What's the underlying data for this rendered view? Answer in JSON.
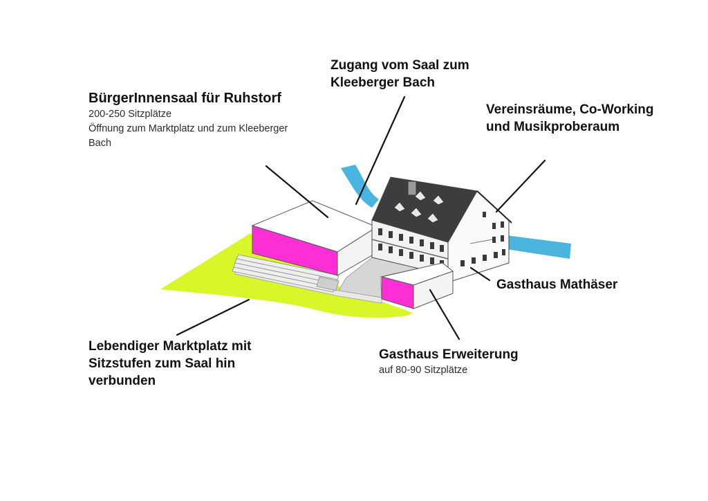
{
  "colors": {
    "plaza": "#d9f62b",
    "hall_facade": "#ff2fd6",
    "stream": "#4bb4de",
    "roof": "#3d3d3d",
    "building_wall": "#f2f2f2",
    "leader_line": "#111111"
  },
  "labels": {
    "saal": {
      "title": "BürgerInnensaal für Ruhstorf",
      "line1": "200-250 Sitzplätze",
      "line2": "Öffnung zum Marktplatz und zum Kleeberger",
      "line3": "Bach"
    },
    "zugang": {
      "line1": "Zugang vom Saal zum",
      "line2": "Kleeberger Bach"
    },
    "verein": {
      "line1": "Vereinsräume, Co-Working",
      "line2": "und Musikproberaum"
    },
    "gasthaus": {
      "title": "Gasthaus Mathäser"
    },
    "markt": {
      "line1": "Lebendiger Marktplatz mit",
      "line2": "Sitzstufen zum Saal hin",
      "line3": "verbunden"
    },
    "erweiterung": {
      "title": "Gasthaus Erweiterung",
      "line1": "auf 80-90 Sitzplätze"
    }
  }
}
